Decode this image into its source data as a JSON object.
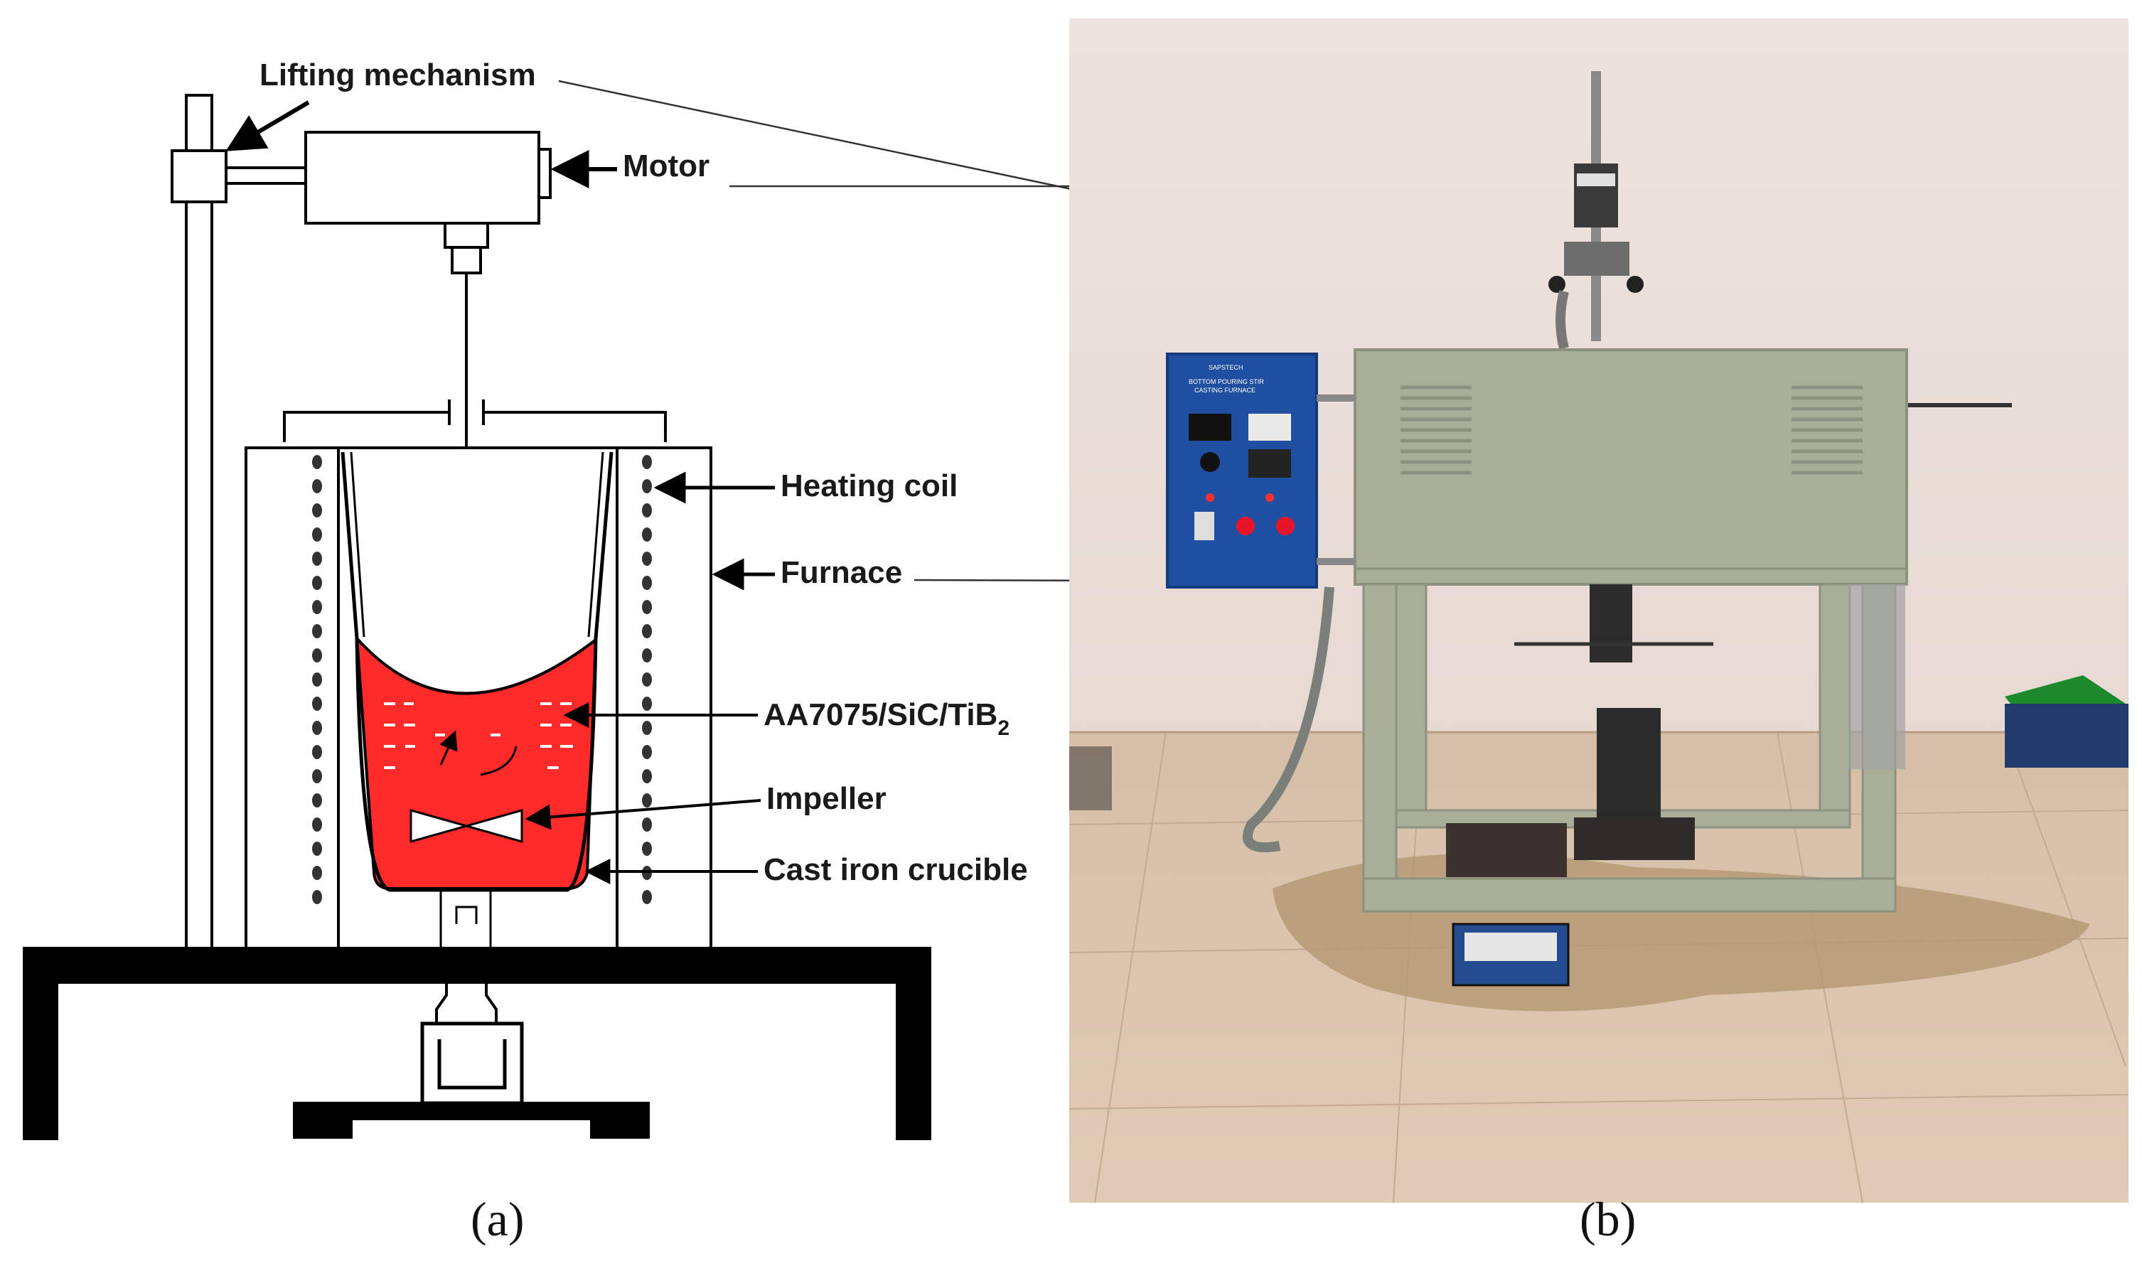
{
  "panel_a": {
    "caption": "(a)",
    "labels": {
      "lifting_mechanism": "Lifting mechanism",
      "motor": "Motor",
      "heating_coil": "Heating coil",
      "furnace": "Furnace",
      "composite_main": "AA7075/SiC/TiB",
      "composite_sub": "2",
      "impeller": "Impeller",
      "crucible": "Cast iron crucible"
    },
    "colors": {
      "melt": "#ff2a2a",
      "line": "#000000"
    }
  },
  "panel_b": {
    "caption": "(b)",
    "control_panel_text": {
      "brand": "SAPSTECH",
      "line1": "BOTTOM POURING STIR",
      "line2": "CASTING FURNACE"
    },
    "colors": {
      "wall": "#e9dcd6",
      "furnace_body": "#a9ae99",
      "control_panel": "#1f4fa0",
      "floor": "#d9c3ac"
    }
  }
}
